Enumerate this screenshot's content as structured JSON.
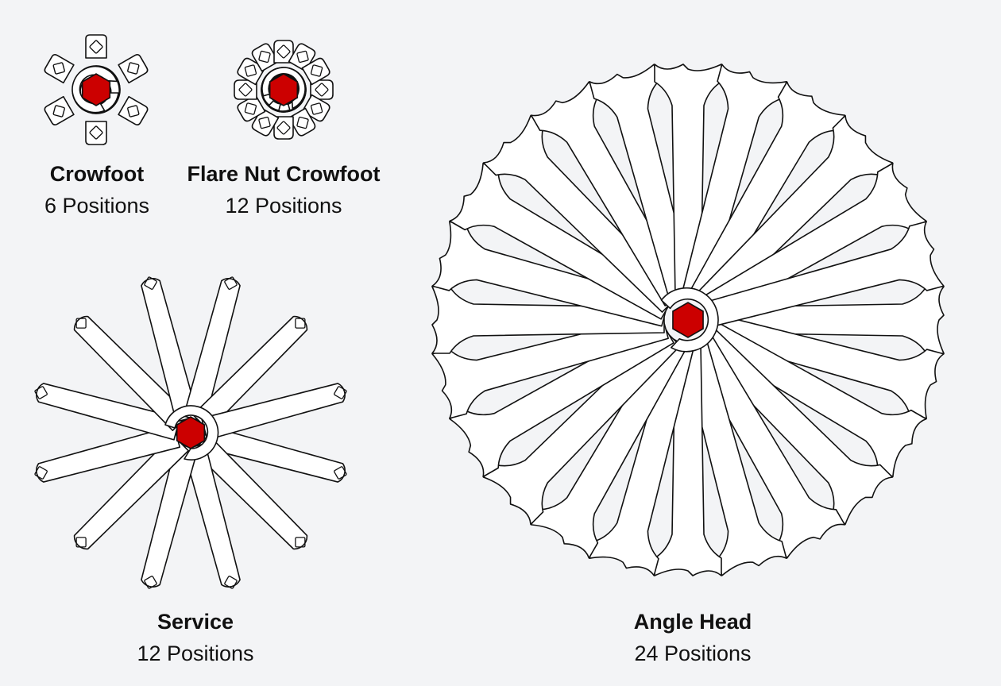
{
  "colors": {
    "background": "#f3f4f6",
    "wrench_fill": "#ffffff",
    "wrench_stroke": "#111111",
    "nut_fill": "#cc0000"
  },
  "icons": {
    "nut": "hex-nut-icon",
    "wrench": "wrench-icon"
  },
  "diagrams": [
    {
      "id": "crowfoot",
      "name": "Crowfoot",
      "positions": 6,
      "positions_label": "6 Positions"
    },
    {
      "id": "flare-nut-crowfoot",
      "name": "Flare Nut Crowfoot",
      "positions": 12,
      "positions_label": "12 Positions"
    },
    {
      "id": "service",
      "name": "Service",
      "positions": 12,
      "positions_label": "12 Positions"
    },
    {
      "id": "angle-head",
      "name": "Angle Head",
      "positions": 24,
      "positions_label": "24 Positions"
    }
  ]
}
